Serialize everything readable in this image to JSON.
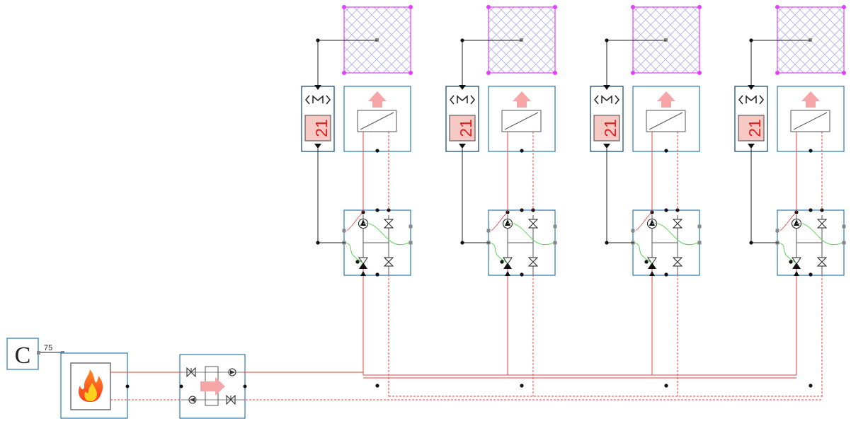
{
  "controller": {
    "label": "C",
    "output_value": "75"
  },
  "zones": [
    {
      "setpoint": "21"
    },
    {
      "setpoint": "21"
    },
    {
      "setpoint": "21"
    },
    {
      "setpoint": "21"
    }
  ],
  "colors": {
    "supply_line": "#e8413c",
    "return_line": "#e8413c",
    "component_border": "#2a7ab0",
    "thermostat_border": "#1e4f78",
    "room_outline": "#e040fb",
    "room_pattern": "#b8b8ee",
    "setpoint_bg": "#f6c9c4",
    "setpoint_text": "#e02020",
    "heat_arrow": "#f6a6a6",
    "signal_wire": "#222222",
    "green_wire": "#5cd65c",
    "connector": "#888888"
  },
  "icons": [
    "controller-icon",
    "boiler-flame-icon",
    "heat-exchanger-icon",
    "pump-icon",
    "valve-icon",
    "radiator-icon",
    "heat-up-arrow-icon",
    "thermostat-mode-icon"
  ]
}
